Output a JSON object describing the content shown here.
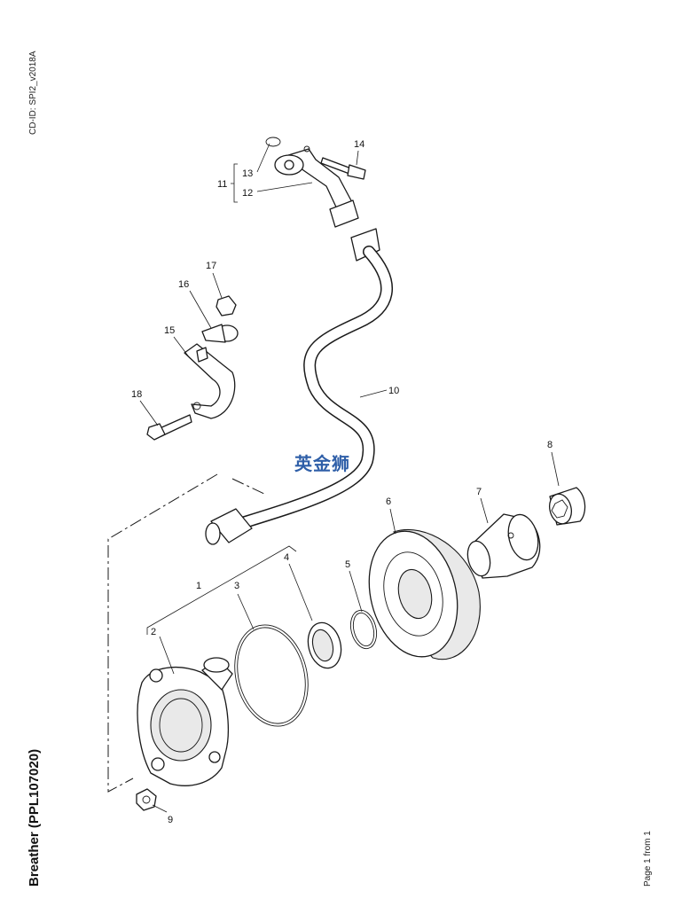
{
  "document": {
    "cd_id": "CD-ID: SPI2_v2018A",
    "title": "Breather (PPL107020)",
    "footer": "Page 1 from 1",
    "watermark": "英金狮"
  },
  "callouts": [
    "1",
    "2",
    "3",
    "4",
    "5",
    "6",
    "7",
    "8",
    "9",
    "10",
    "11",
    "12",
    "13",
    "14",
    "15",
    "16",
    "17",
    "18"
  ],
  "colors": {
    "line": "#1a1a1a",
    "watermark": "#2f5fa8"
  }
}
